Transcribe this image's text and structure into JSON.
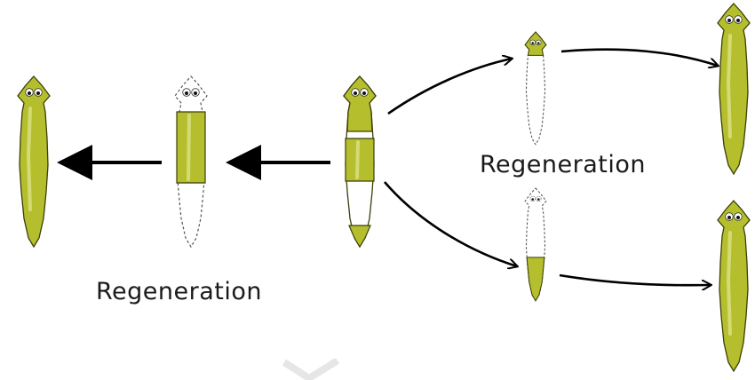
{
  "labels": {
    "left": "Regeneration",
    "right": "Regeneration"
  },
  "colors": {
    "body": "#b5bf2e",
    "body_light": "#d4da74",
    "body_dark": "#8d9620",
    "outline": "#3b3f08",
    "dashed": "#8a8a8a",
    "arrow": "#000000",
    "eye_white": "#ffffff",
    "pupil": "#111111"
  },
  "icons": [
    "planarian-worm",
    "dashed-outline",
    "arrow"
  ]
}
